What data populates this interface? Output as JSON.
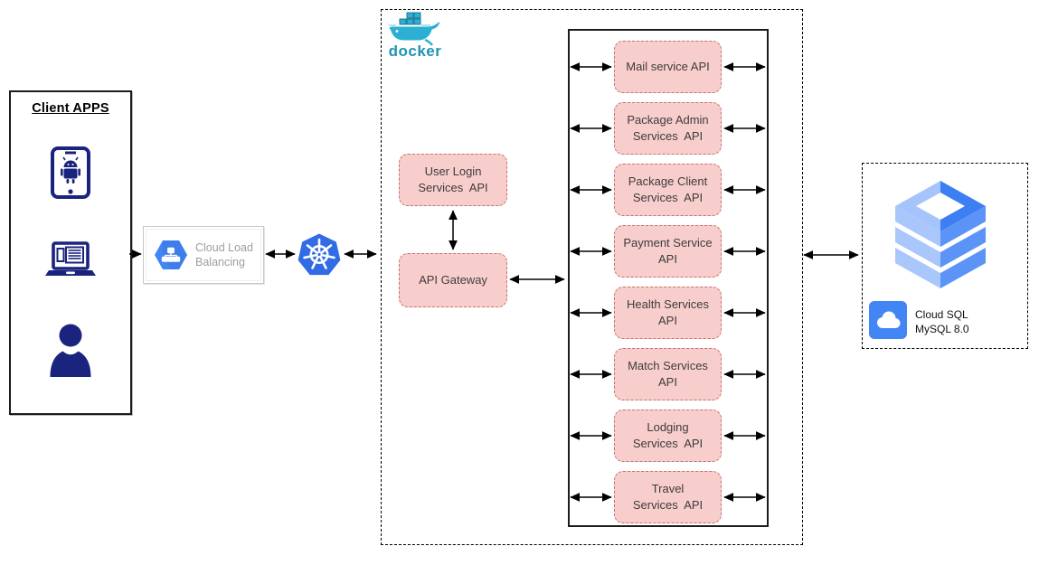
{
  "client": {
    "title": "Client APPS",
    "icons": [
      "android-phone-icon",
      "laptop-icon",
      "user-icon"
    ]
  },
  "load_balancer": {
    "label": "Cloud Load\nBalancing",
    "icon": "gcp-load-balancing-hexagon-icon"
  },
  "kubernetes": {
    "icon": "kubernetes-helm-wheel-icon"
  },
  "docker": {
    "logo_text": "docker",
    "icon": "docker-whale-icon"
  },
  "gateway": {
    "user_login_label": "User Login\nServices  API",
    "api_gateway_label": "API Gateway"
  },
  "services": [
    {
      "label": "Mail service API"
    },
    {
      "label": "Package Admin\nServices  API"
    },
    {
      "label": "Package Client\nServices  API"
    },
    {
      "label": "Payment Service\nAPI"
    },
    {
      "label": "Health Services\nAPI"
    },
    {
      "label": "Match Services\nAPI"
    },
    {
      "label": "Lodging\nServices  API"
    },
    {
      "label": "Travel\nServices  API"
    }
  ],
  "database": {
    "label": "Cloud SQL\nMySQL 8.0",
    "icons": [
      "cloud-sql-stack-icon",
      "cloud-tile-icon"
    ]
  },
  "colors": {
    "service_fill": "#f8cecc",
    "service_border": "#c9716b",
    "kubernetes_blue": "#326ce5",
    "gcp_blue": "#4285f4",
    "docker_teal": "#2bb0d4",
    "client_icon_navy": "#1a237e"
  }
}
